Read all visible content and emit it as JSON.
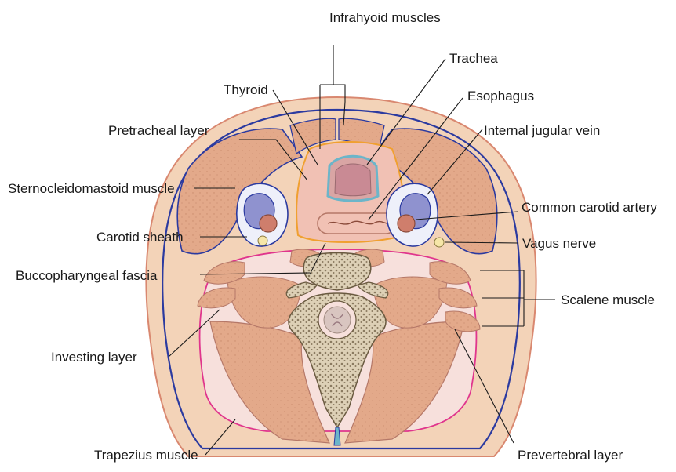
{
  "labels": {
    "infrahyoid": "Infrahyoid muscles",
    "trachea": "Trachea",
    "thyroid": "Thyroid",
    "esophagus": "Esophagus",
    "pretracheal": "Pretracheal layer",
    "ijv": "Internal jugular vein",
    "scm": "Sternocleidomastoid muscle",
    "cca": "Common carotid artery",
    "carotid_sheath": "Carotid sheath",
    "vagus": "Vagus nerve",
    "buccopharyngeal": "Buccopharyngeal fascia",
    "scalene": "Scalene muscle",
    "investing": "Investing layer",
    "trapezius": "Trapezius muscle",
    "prevertebral": "Prevertebral layer"
  },
  "colors": {
    "skin": "#f3d3b8",
    "muscle": "#e3a98a",
    "fascia_blue": "#2b3aa0",
    "fascia_pink": "#e0358d",
    "thyroid": "#f1c1b4",
    "visceral_orange": "#f0a030",
    "vein": "#8f92cf",
    "artery": "#cf7e6c",
    "bone": "#d4c4a8",
    "cord": "#d9c5c0"
  }
}
